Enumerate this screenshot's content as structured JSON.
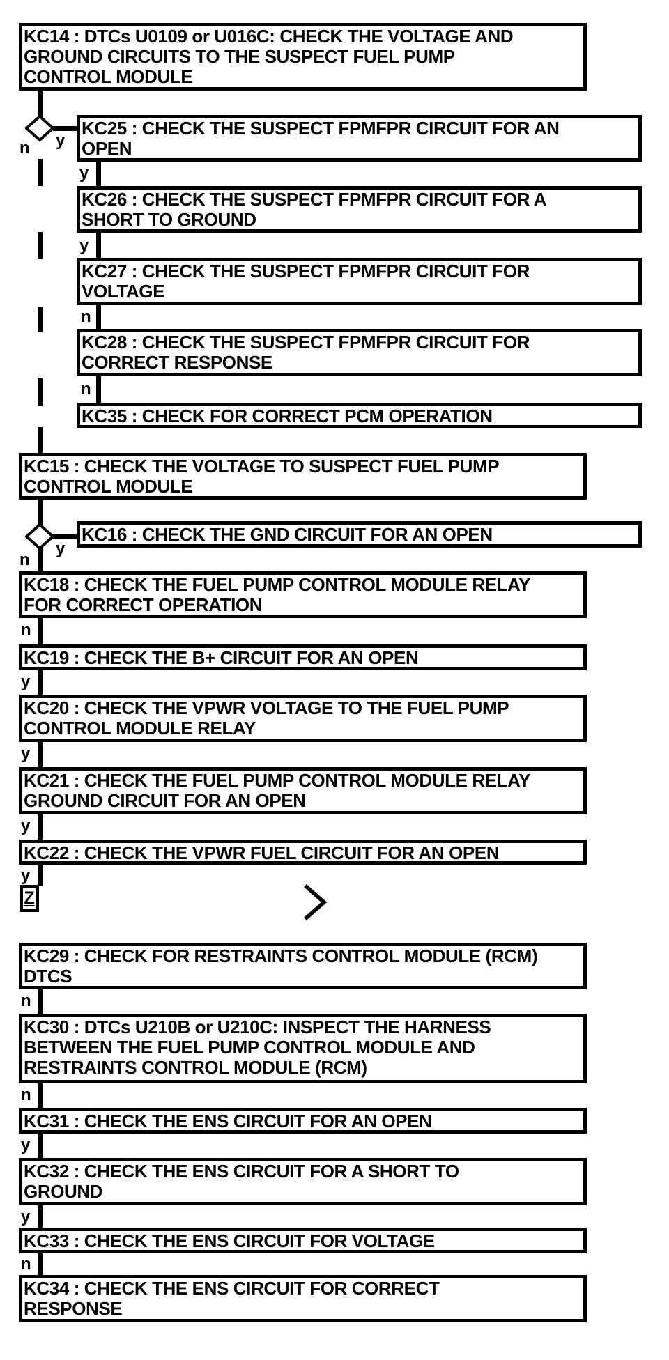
{
  "page": {
    "background": "#ffffff",
    "line_color": "#000000"
  },
  "branch_labels": {
    "yes": "y",
    "no": "n"
  },
  "offpage_connector": {
    "label": "Z"
  },
  "nodes": {
    "kc14": {
      "id": "KC14",
      "text": "KC14 : DTCs U0109 or U016C: CHECK THE VOLTAGE AND\nGROUND CIRCUITS TO THE SUSPECT FUEL PUMP\nCONTROL MODULE"
    },
    "kc25": {
      "id": "KC25",
      "text": "KC25 : CHECK THE SUSPECT FPMFPR CIRCUIT FOR AN\nOPEN"
    },
    "kc26": {
      "id": "KC26",
      "text": "KC26 : CHECK THE SUSPECT FPMFPR CIRCUIT FOR A\nSHORT TO GROUND"
    },
    "kc27": {
      "id": "KC27",
      "text": "KC27 : CHECK THE SUSPECT FPMFPR CIRCUIT FOR\nVOLTAGE"
    },
    "kc28": {
      "id": "KC28",
      "text": "KC28 : CHECK THE SUSPECT FPMFPR CIRCUIT FOR\nCORRECT RESPONSE"
    },
    "kc35": {
      "id": "KC35",
      "text": "KC35 : CHECK FOR CORRECT PCM OPERATION"
    },
    "kc15": {
      "id": "KC15",
      "text": "KC15 : CHECK THE VOLTAGE TO SUSPECT FUEL PUMP\nCONTROL MODULE"
    },
    "kc16": {
      "id": "KC16",
      "text": "KC16 : CHECK THE GND CIRCUIT FOR AN OPEN"
    },
    "kc18": {
      "id": "KC18",
      "text": "KC18 : CHECK THE FUEL PUMP CONTROL MODULE RELAY\nFOR CORRECT OPERATION"
    },
    "kc19": {
      "id": "KC19",
      "text": "KC19 : CHECK THE B+ CIRCUIT FOR AN OPEN"
    },
    "kc20": {
      "id": "KC20",
      "text": "KC20 : CHECK THE VPWR VOLTAGE TO THE FUEL PUMP\nCONTROL MODULE RELAY"
    },
    "kc21": {
      "id": "KC21",
      "text": "KC21 : CHECK THE FUEL PUMP CONTROL MODULE RELAY\nGROUND CIRCUIT FOR AN OPEN"
    },
    "kc22": {
      "id": "KC22",
      "text": "KC22 : CHECK THE VPWR FUEL CIRCUIT FOR AN OPEN"
    },
    "kc29": {
      "id": "KC29",
      "text": "KC29 : CHECK FOR RESTRAINTS CONTROL MODULE (RCM)\nDTCS"
    },
    "kc30": {
      "id": "KC30",
      "text": "KC30 : DTCs U210B or U210C: INSPECT THE HARNESS\nBETWEEN THE FUEL PUMP CONTROL MODULE AND\nRESTRAINTS CONTROL MODULE (RCM)"
    },
    "kc31": {
      "id": "KC31",
      "text": "KC31 : CHECK THE ENS CIRCUIT FOR AN OPEN"
    },
    "kc32": {
      "id": "KC32",
      "text": "KC32 : CHECK THE ENS CIRCUIT FOR A SHORT TO\nGROUND"
    },
    "kc33": {
      "id": "KC33",
      "text": "KC33 : CHECK THE ENS CIRCUIT FOR VOLTAGE"
    },
    "kc34": {
      "id": "KC34",
      "text": "KC34 : CHECK THE ENS CIRCUIT FOR CORRECT\nRESPONSE"
    }
  }
}
